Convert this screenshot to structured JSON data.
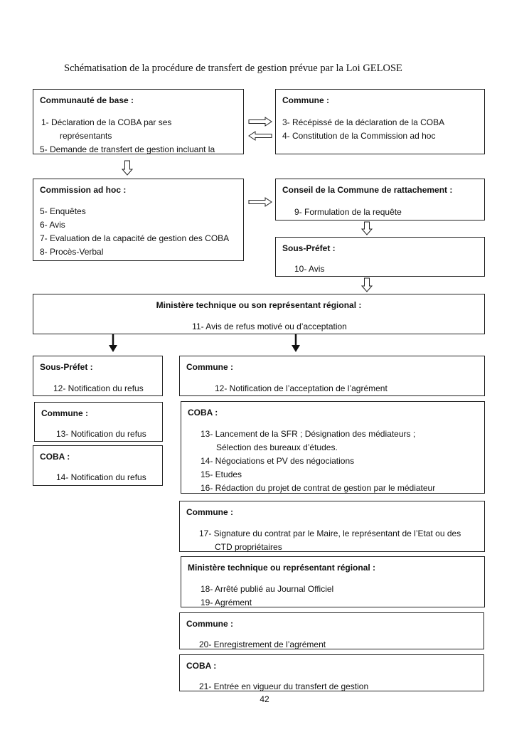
{
  "title": "Schématisation de la procédure de transfert de gestion prévue par la Loi GELOSE",
  "page_number": "42",
  "boxes": {
    "communaute": {
      "heading": "Communauté de base :",
      "items": [
        "1-   Déclaration de la COBA par ses",
        "représentants",
        "5-  Demande de transfert de gestion incluant la"
      ]
    },
    "commune1": {
      "heading": "Commune :",
      "items": [
        "3-  Récépissé de la déclaration de la COBA",
        "4-  Constitution de la Commission ad hoc"
      ]
    },
    "commission": {
      "heading": "Commission ad hoc :",
      "items": [
        "5-  Enquêtes",
        "6-  Avis",
        "7-  Evaluation de la capacité de gestion des COBA",
        "8-  Procès-Verbal"
      ]
    },
    "conseil": {
      "heading": "Conseil de la Commune de rattachement :",
      "items": [
        "9-   Formulation de la requête"
      ]
    },
    "sousprefet1": {
      "heading": "Sous-Préfet :",
      "items": [
        "10- Avis"
      ]
    },
    "ministere1": {
      "heading": "Ministère technique ou son représentant régional :",
      "items": [
        "11- Avis de refus motivé ou d’acceptation"
      ]
    },
    "sousprefet2": {
      "heading": "Sous-Préfet :",
      "items": [
        "12- Notification du refus"
      ]
    },
    "commune2": {
      "heading": "Commune :",
      "items": [
        "12- Notification de l’acceptation de l’agrément"
      ]
    },
    "commune3": {
      "heading": "Commune :",
      "items": [
        "13- Notification du refus"
      ]
    },
    "coba1": {
      "heading": "COBA :",
      "items": [
        "13- Lancement de la SFR ; Désignation des médiateurs ;",
        "Sélection des bureaux d’études.",
        "14- Négociations et PV des négociations",
        "15- Etudes",
        "16- Rédaction du projet de contrat de gestion par le médiateur"
      ]
    },
    "coba2": {
      "heading": "COBA :",
      "items": [
        "14- Notification du refus"
      ]
    },
    "commune4": {
      "heading": "Commune :",
      "items": [
        "17- Signature du contrat par le Maire, le représentant de l’Etat ou des",
        "CTD propriétaires"
      ]
    },
    "ministere2": {
      "heading": "Ministère technique ou représentant régional :",
      "items": [
        "18- Arrêté publié au Journal Officiel",
        "19- Agrément"
      ]
    },
    "commune5": {
      "heading": "Commune :",
      "items": [
        "20- Enregistrement de l’agrément"
      ]
    },
    "coba3": {
      "heading": "COBA :",
      "items": [
        "21- Entrée en vigueur du transfert de gestion"
      ]
    }
  }
}
